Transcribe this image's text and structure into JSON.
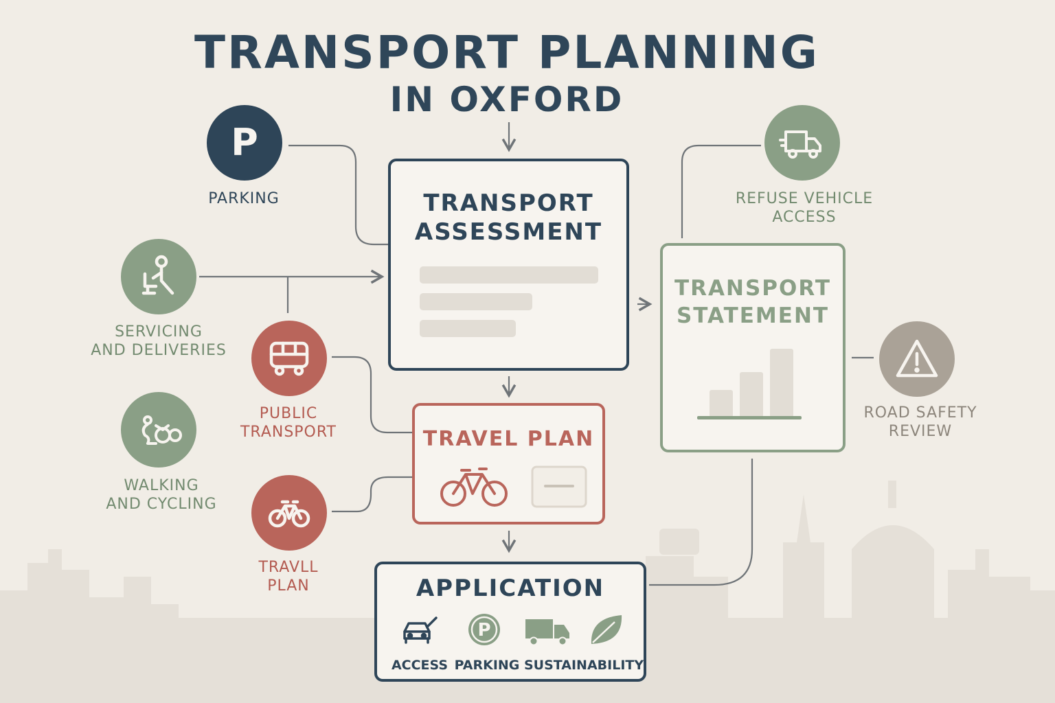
{
  "title": {
    "line1": "TRANSPORT PLANNING",
    "line2": "IN OXFORD"
  },
  "colors": {
    "navy": "#2e4558",
    "green": "#8a9f86",
    "red": "#b9655b",
    "gray": "#aaa297",
    "background": "#f1ede6",
    "connector": "#6f7478"
  },
  "nodes": {
    "parking": {
      "label": "PARKING",
      "icon": "parking-icon"
    },
    "servicing": {
      "label": "SERVICING\nAND DELIVERIES",
      "icon": "person-desk-icon"
    },
    "walking": {
      "label": "WALKING\nAND CYCLING",
      "icon": "walk-cycle-icon"
    },
    "public_transport": {
      "label": "PUBLIC\nTRANSPORT",
      "icon": "bus-icon"
    },
    "travll_plan": {
      "label": "TRAVLL\nPLAN",
      "icon": "bicycle-icon"
    },
    "refuse": {
      "label": "REFUSE VEHICLE\nACCESS",
      "icon": "truck-icon"
    },
    "road_safety": {
      "label": "ROAD SAFETY\nREVIEW",
      "icon": "warning-icon"
    }
  },
  "boxes": {
    "assessment": {
      "title": "TRANSPORT\nASSESSMENT"
    },
    "statement": {
      "title": "TRANSPORT\nSTATEMENT"
    },
    "travel_plan": {
      "title": "TRAVEL PLAN"
    },
    "application": {
      "title": "APPLICATION",
      "items": [
        {
          "label": "ACCESS",
          "icon": "car-icon"
        },
        {
          "label": "PARKING",
          "icon": "parking-icon"
        },
        {
          "label": "SUSTAINABILITY",
          "icon": "truck-icon"
        },
        {
          "label": "",
          "icon": "leaf-icon"
        }
      ]
    }
  }
}
